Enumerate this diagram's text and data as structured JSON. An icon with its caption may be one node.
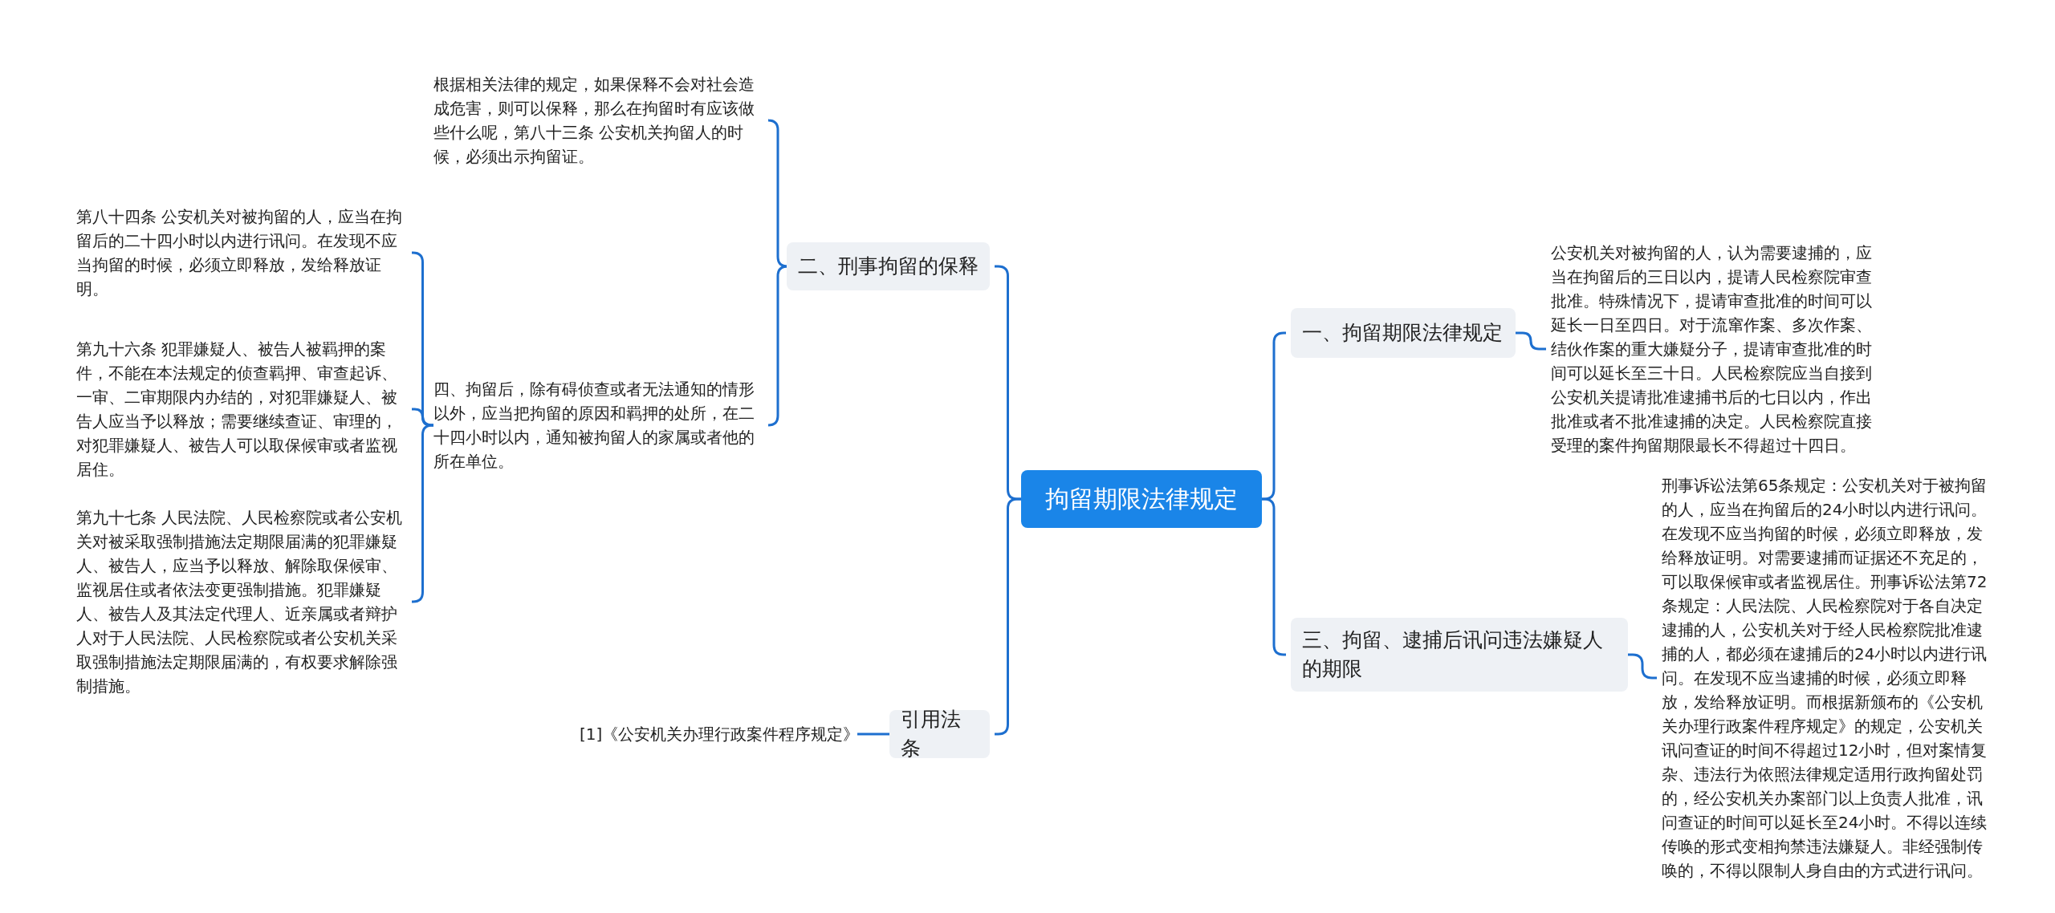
{
  "diagram": {
    "nodes": [
      {
        "text": [
          "拘留期限法律规定"
        ]
      },
      {
        "text": [
          "一、拘留期限法律规定"
        ]
      },
      {
        "text": [
          "公安机关对被拘留的人，认为需要逮捕的，应当在拘留后的三日以内，提请人民检察院审查批准。特殊情况下，提请审查批准的时间可以延长一日至四日。对于流窜作案、多次作案、结伙作案的重大嫌疑分子，提请审查批准的时间可以延长至三十日。人民检察院应当自接到公安机关提请批准逮捕书后的七日以内，作出批准或者不批准逮捕的决定。人民检察院直接受理的案件拘留期限最长不得超过十四日。"
        ]
      },
      {
        "text": [
          "三、拘留、逮捕后讯问违法嫌疑人的期限"
        ]
      },
      {
        "text": [
          "刑事诉讼法第65条规定：公安机关对于被拘留的人，应当在拘留后的24小时以内进行讯问。在发现不应当拘留的时候，必须立即释放，发给释放证明。对需要逮捕而证据还不充足的，可以取保候审或者监视居住。刑事诉讼法第72条规定：人民法院、人民检察院对于各自决定逮捕的人，公安机关对于经人民检察院批准逮捕的人，都必须在逮捕后的24小时以内进行讯问。在发现不应当逮捕的时候，必须立即释放，发给释放证明。而根据新颁布的《公安机关办理行政案件程序规定》的规定，公安机关讯问查证的时间不得超过12小时，但对案情复杂、违法行为依照法律规定适用行政拘留处罚的，经公安机关办案部门以上负责人批准，讯问查证的时间可以延长至24小时。不得以连续传唤的形式变相拘禁违法嫌疑人。非经强制传唤的，不得以限制人身自由的方式进行讯问。"
        ]
      },
      {
        "text": [
          "二、刑事拘留的保释"
        ]
      },
      {
        "text": [
          "根据相关法律的规定，如果保释不会对社会造成危害，则可以保释，那么在拘留时有应该做些什么呢，第八十三条 公安机关拘留人的时候，必须出示拘留证。"
        ]
      },
      {
        "text": [
          "四、拘留后，除有碍侦查或者无法通知的情形以外，应当把拘留的原因和羁押的处所，在二十四小时以内，通知被拘留人的家属或者他的所在单位。"
        ]
      },
      {
        "text": [
          "第八十四条 公安机关对被拘留的人，应当在拘留后的二十四小时以内进行讯问。在发现不应当拘留的时候，必须立即释放，发给释放证明。"
        ]
      },
      {
        "text": [
          "第九十六条 犯罪嫌疑人、被告人被羁押的案件，不能在本法规定的侦查羁押、审查起诉、一审、二审期限内办结的，对犯罪嫌疑人、被告人应当予以释放；需要继续查证、审理的，对犯罪嫌疑人、被告人可以取保候审或者监视居住。"
        ]
      },
      {
        "text": [
          "第九十七条 人民法院、人民检察院或者公安机关对被采取强制措施法定期限届满的犯罪嫌疑人、被告人，应当予以释放、解除取保候审、监视居住或者依法变更强制措施。犯罪嫌疑人、被告人及其法定代理人、近亲属或者辩护人对于人民法院、人民检察院或者公安机关采取强制措施法定期限届满的，有权要求解除强制措施。"
        ]
      },
      {
        "text": [
          "引用法条"
        ]
      },
      {
        "text": [
          "[1]《公安机关办理行政案件程序规定》"
        ]
      }
    ],
    "edges": [
      {
        "from": 0,
        "to": 1,
        "arrow": "none"
      },
      {
        "from": 1,
        "to": 2,
        "arrow": "none"
      },
      {
        "from": 0,
        "to": 3,
        "arrow": "none"
      },
      {
        "from": 3,
        "to": 4,
        "arrow": "none"
      },
      {
        "from": 0,
        "to": 5,
        "arrow": "none"
      },
      {
        "from": 5,
        "to": 6,
        "arrow": "none"
      },
      {
        "from": 5,
        "to": 7,
        "arrow": "none"
      },
      {
        "from": 7,
        "to": 8,
        "arrow": "none"
      },
      {
        "from": 7,
        "to": 9,
        "arrow": "none"
      },
      {
        "from": 7,
        "to": 10,
        "arrow": "none"
      },
      {
        "from": 0,
        "to": 11,
        "arrow": "none"
      },
      {
        "from": 11,
        "to": 12,
        "arrow": "none"
      }
    ]
  }
}
